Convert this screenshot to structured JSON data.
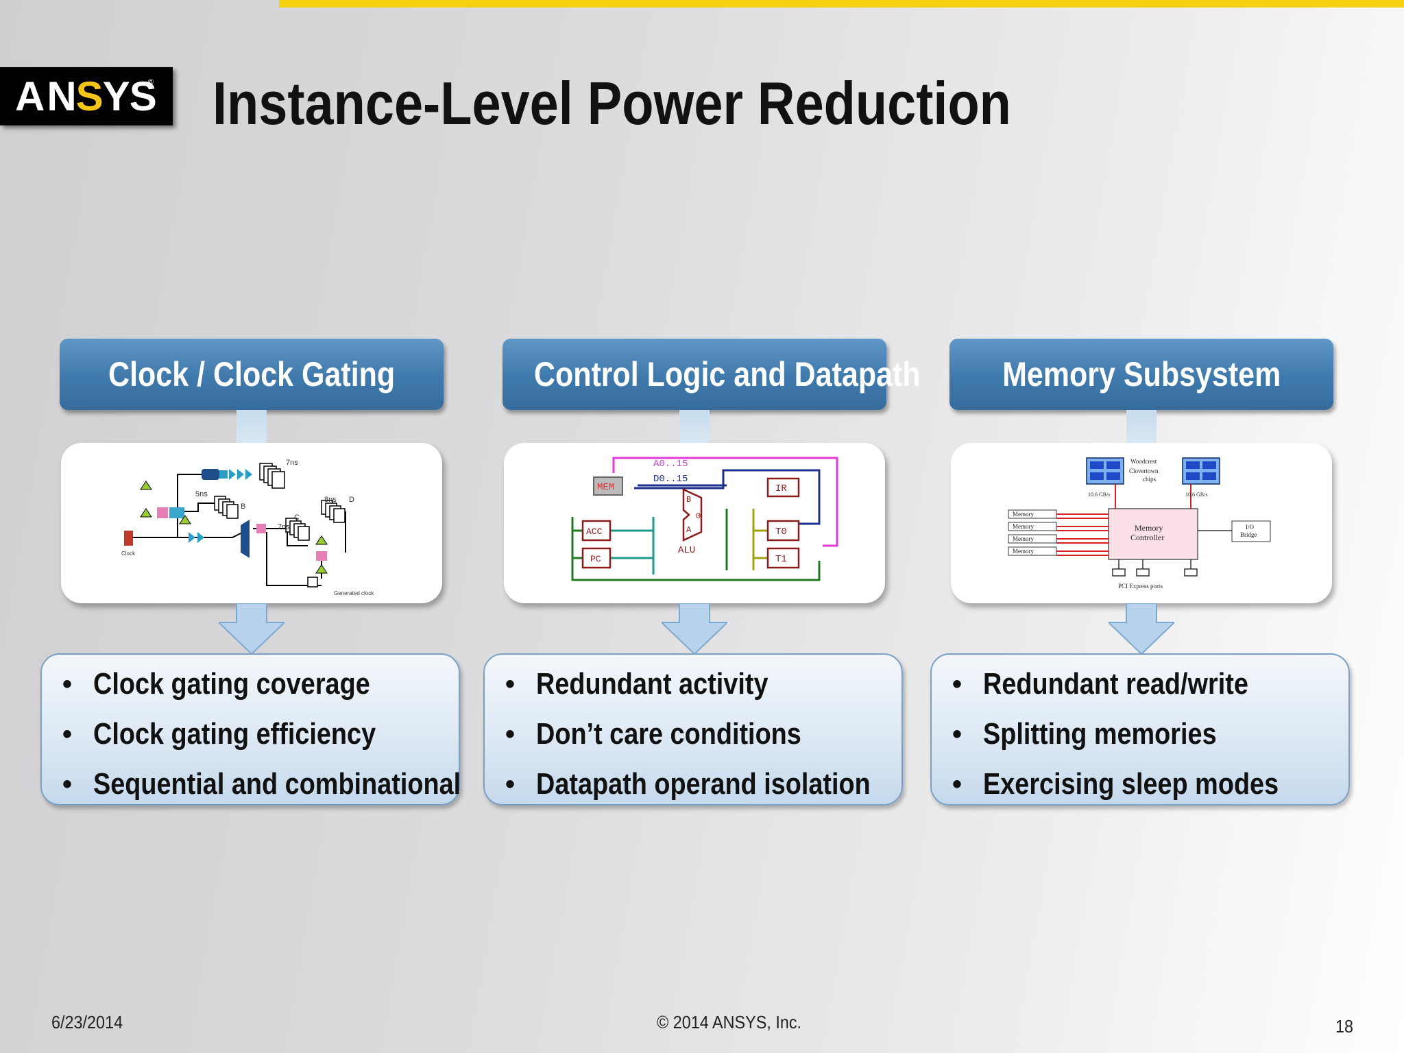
{
  "brand": {
    "logo_text": "ANSYS",
    "logo_mark": "®"
  },
  "title": "Instance-Level Power Reduction",
  "columns": [
    {
      "heading": "Clock / Clock Gating",
      "image_labels": [
        "7ns",
        "5ns",
        "B",
        "8ns",
        "D",
        "C",
        "7ns",
        "Clock",
        "Generated clock"
      ],
      "bullets": [
        "Clock gating coverage",
        "Clock gating efficiency",
        "Sequential and combinational"
      ]
    },
    {
      "heading": "Control Logic and Datapath",
      "image_labels": [
        "A0..15",
        "D0..15",
        "MEM",
        "IR",
        "B",
        "0",
        "A",
        "ALU",
        "ACC",
        "T0",
        "PC",
        "T1"
      ],
      "bullets": [
        "Redundant activity",
        "Don’t care conditions",
        "Datapath operand isolation"
      ]
    },
    {
      "heading": "Memory Subsystem",
      "image_labels": [
        "Woodcrest",
        "Clovertown",
        "chips",
        "10.6 GB/s",
        "10.6 GB/s",
        "Memory",
        "Memory",
        "Memory",
        "Memory",
        "Memory",
        "Controller",
        "I/O",
        "Bridge",
        "PCI Express ports"
      ],
      "bullets": [
        "Redundant read/write",
        "Splitting memories",
        "Exercising sleep modes"
      ]
    }
  ],
  "footer": {
    "date": "6/23/2014",
    "copyright": "© 2014 ANSYS, Inc.",
    "page": "18"
  },
  "colors": {
    "accent_bar": "#f5d30f",
    "header_blue": "#3f79ab",
    "box_light": "#dde9f4"
  }
}
